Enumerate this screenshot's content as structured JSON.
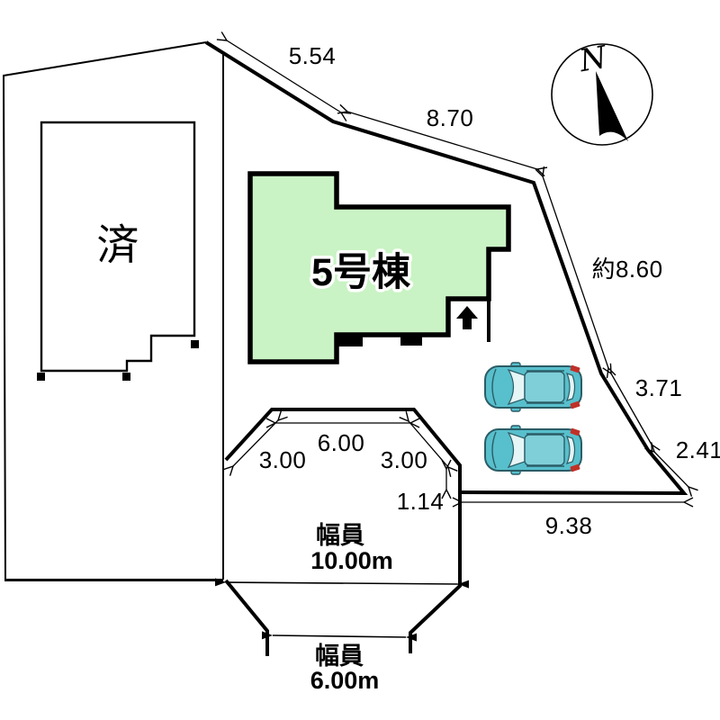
{
  "plan_title": "site-plan",
  "compass": {
    "label": "N"
  },
  "left_lot": {
    "label": "済"
  },
  "building": {
    "label": "5号棟"
  },
  "dims": {
    "seg_554": "5.54",
    "seg_870": "8.70",
    "seg_860": "約8.60",
    "seg_371": "3.71",
    "seg_241": "2.41",
    "seg_938": "9.38",
    "drive_600": "6.00",
    "drive_300_left": "3.00",
    "drive_300_right": "3.00",
    "drive_114": "1.14"
  },
  "roads": {
    "south_width_label": "幅員",
    "south_width_value": "10.00m",
    "lower_width_label": "幅員",
    "lower_width_value": "6.00m"
  },
  "colors": {
    "line": "#000000",
    "building_fill": "#c9f3c4",
    "car_body": "#58bfcc",
    "car_roof": "#7fcfd9",
    "car_glass": "#e6f5f6",
    "car_outline": "#2b5d66",
    "car_accent": "#c03028"
  }
}
